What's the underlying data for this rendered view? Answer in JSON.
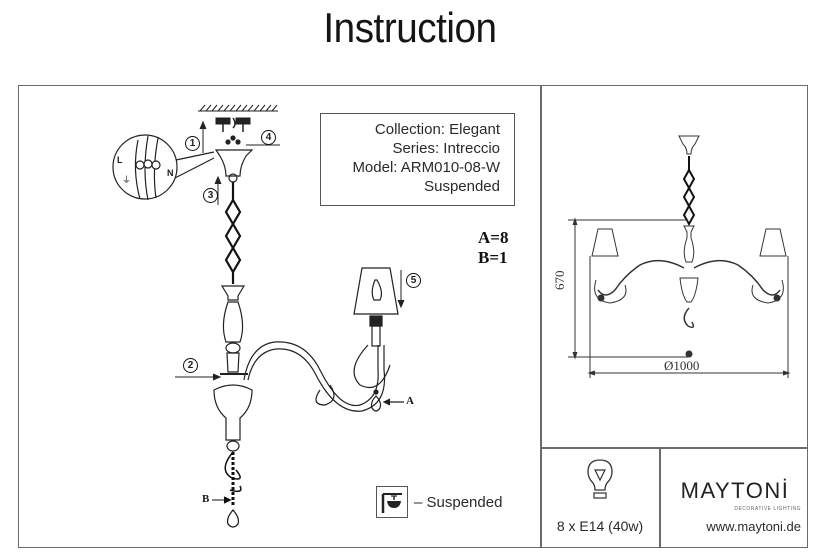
{
  "page": {
    "title": "Instruction"
  },
  "product_info": {
    "collection": "Collection: Elegant",
    "series": "Series: Intreccio",
    "model": "Model: ARM010-08-W",
    "mount_type": "Suspended"
  },
  "parts": {
    "a_count": "A=8",
    "b_count": "B=1",
    "label_a": "A",
    "label_b": "B"
  },
  "steps": [
    "1",
    "2",
    "3",
    "4",
    "5"
  ],
  "wiring_labels": {
    "live": "L",
    "neutral": "N",
    "ground": "⏚"
  },
  "legend": {
    "suspended_label": "– Suspended",
    "icon": "suspended-mount-icon"
  },
  "dimensions": {
    "height": "670",
    "diameter": "Ø1000"
  },
  "bulb": {
    "spec": "8 x E14 (40w)",
    "icon": "light-bulb-icon"
  },
  "brand": {
    "name": "MAYTONİ",
    "tagline": "DECORATIVE LIGHTING",
    "website": "www.maytoni.de"
  }
}
